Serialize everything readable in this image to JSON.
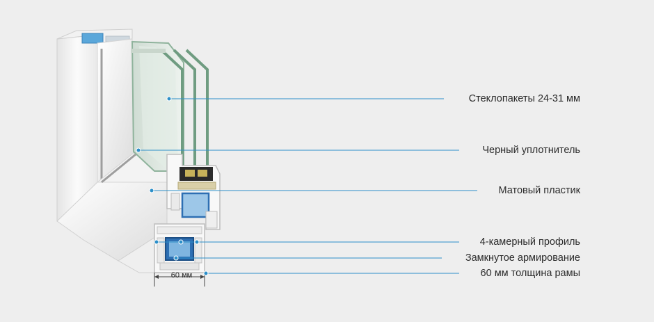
{
  "callouts": [
    {
      "id": "glass",
      "text": "Стеклопакеты 24-31 мм"
    },
    {
      "id": "seal",
      "text": "Черный уплотнитель"
    },
    {
      "id": "matte",
      "text": "Матовый пластик"
    },
    {
      "id": "chambers",
      "text": "4-камерный профиль"
    },
    {
      "id": "reinforce",
      "text": "Замкнутое армирование"
    },
    {
      "id": "thickness",
      "text": "60 мм толщина рамы"
    }
  ],
  "dimension_label": "60 мм",
  "colors": {
    "background": "#eeeeee",
    "leader_line": "#2c8fc9",
    "profile_white": "#f7f7f7",
    "glass_green": "#a9c3b3",
    "reinforcement_blue": "#2d6fb3",
    "seal_black": "#2a2a2a"
  }
}
